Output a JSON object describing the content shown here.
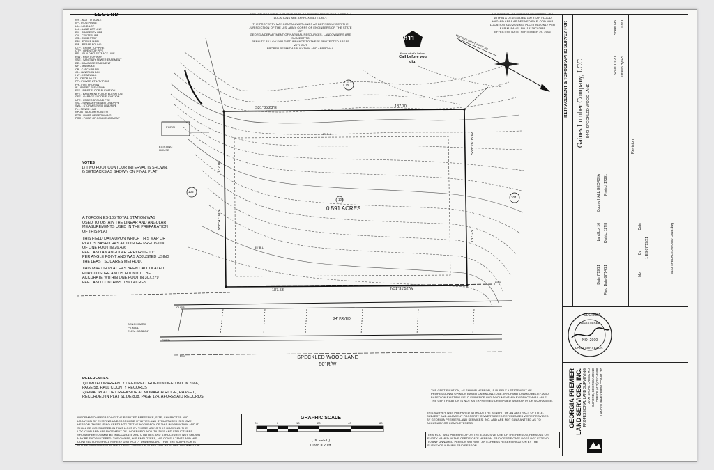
{
  "legend": {
    "title": "LEGEND",
    "items": [
      "N/S - NOT TO SCALE",
      "I/P - IRON PIN SET",
      "L/L - LAND LOT",
      "LLL - LAND LOT LINE",
      "P/L - PROPERTY LINE",
      "C/L - CENTERLINE",
      "CS - CURB STOP",
      "F/M - FORCE MAIN",
      "R/B - REBAR FOUND",
      "CTP - CRIMP TOP PIPE",
      "OTP - OPEN TOP PIPE",
      "BSL - BUILDING SETBACK LINE",
      "R/W - RIGHT OF WAY",
      "SSE - SANITARY SEWER EASEMENT",
      "DE - DRAINAGE EASEMENT",
      "MH - MANHOLE",
      "CB - CATCH BASIN",
      "JB - JUNCTION BOX",
      "HW - HEADWALL",
      "DI - DROP INLET",
      "PP - POWER UTILITY POLE",
      "FH - FIRE HYDRANT",
      "IE - INVERT ELEVATION",
      "FFE - FIRST FLOOR ELEVATION",
      "BFE - BASEMENT FLOOR ELEVATION",
      "GFE - GARAGE FLOOR ELEVATION",
      "UFE - UNDERGROUND FEE",
      "SSL - SANITARY SEWER LINE/PIPE",
      "SWL - STORM SEWER LINE/PIPE",
      "FL - FENCE LINE",
      "NPOB - NON-OR POINT(S)",
      "POB - POINT OF BEGINNING",
      "POC - POINT OF COMMENCEMENT"
    ]
  },
  "notes": {
    "title": "NOTES",
    "items": [
      "1) TWO FOOT CONTOUR INTERVAL IS SHOWN.",
      "2) SETBACKS AS SHOWN ON FINAL PLAT"
    ]
  },
  "equipment_note": [
    "A TOPCON ES-105 TOTAL STATION WAS",
    "USED TO OBTAIN THE LINEAR AND ANGULAR",
    "MEASUREMENTS USED IN THE PREPARATION",
    "OF THIS PLAT",
    "",
    "THIS FIELD DATA UPON WHICH THIS MAP OR",
    "PLAT IS BASED HAS A CLOSURE PRECISION",
    "OF ONE FOOT IN 26,436",
    "FEET AND AN ANGULAR ERROR OF 01\"",
    "PER ANGLE POINT AND WAS ADJUSTED USING",
    "THE LEAST SQUARES METHOD.",
    "",
    "THIS MAP OR PLAT HAS BEEN CALCULATED",
    "FOR CLOSURE AND IS FOUND TO BE",
    "ACCURATE WITHIN ONE FOOT IN 307,279",
    "FEET AND CONTAINS 0.591 ACRES"
  ],
  "top_note_center": [
    "STRUCTURES VISIBLE ON THE DATE OF SURVEY ARE SHOWN HEREON.",
    "LOCATIONS ARE APPROXIMATE ONLY.",
    "",
    "THE PROPERTY MAY CONTAIN WETLANDS AS DEFINED UNDER THE",
    "JURISDICTION OF THE U.S. ARMY CORPS OF ENGINEERS OR THE STATE OF",
    "GEORGIA DEPARTMENT OF NATURAL RESOURCES. LANDOWNERS ARE SUBJECT TO",
    "PENALTY BY LAW FOR DISTURBANCE TO THESE PROTECTED AREAS WITHOUT",
    "PROPER PERMIT APPLICATION AND APPROVAL."
  ],
  "top_note_right": [
    "NO PORTION OF SUBJECT PROPERTY LIES",
    "WITHIN A DESIGNATED 100 YEAR FLOOD",
    "HAZARD AREA AS DEFINED BY FLOOD MAP",
    "LOCATION AND ZONING, PLOTTING ONLY PER",
    "F.I.R.M. PANEL NO. 13139C0288E",
    "EFFECTIVE DATE: SEPTEMBER 29, 2006"
  ],
  "call811": {
    "number": "811",
    "line1": "Know what's below.",
    "line2": "Call before you dig."
  },
  "north": "RECORD NORTH PER PB",
  "plat": {
    "acres": "0.591 ACRES",
    "top_bearing": "S31°35'23\"E",
    "top_distance": "187.70'",
    "bottom_bearing": "N31°31'52\"W",
    "bottom_distance": "187.53'",
    "left_bearing": "N58°47'08\"E",
    "left_distance": "137.08'",
    "right_bearing": "S58°28'08\"W",
    "right_distance": "137.23'",
    "lot_top": "96",
    "lot_left": "106",
    "lot_right": "104",
    "lot_center": "105",
    "porch": "PORCH",
    "existing_house": "EXISTING HOUSE",
    "paved": "24' PAVED",
    "curb": "CURB",
    "rw": "R/W",
    "benchmark": [
      "BENCHMARK",
      "PK NAIL",
      "ELEV.: 1008.84'"
    ],
    "road_name": "SPECKLED WOOD LANE",
    "road_rw": "50' R/W",
    "setback_front": "35' B.L.",
    "setback_rear": "40' B.L."
  },
  "references": {
    "title": "REFERENCES",
    "items": [
      "1) LIMITED WARRANTY DEED RECORDED IN DEED BOOK 7666,",
      "PAGE 58, HALL COUNTY RECORDS",
      "2) FINAL PLAT OF CREEKSIDE AT MONARCH RIDGE, PHASE II,",
      "RECORDED IN PLAT SLIDE 808, PAGE 124, AFORESAID RECORDS"
    ]
  },
  "graphic_scale": {
    "title": "GRAPHIC SCALE",
    "ticks": [
      "20",
      "0",
      "10",
      "20",
      "40",
      "80"
    ],
    "unit": "( IN FEET )",
    "ratio": "1 inch = 20 ft."
  },
  "utility_info": [
    "INFORMATION REGARDING THE REPUTED PRESENCE, SIZE, CHARACTER AND",
    "LOCATION OF EXISTING UNDERGROUND UTILITIES AND STRUCTURES IS SHOWN",
    "HEREON. THERE IS NO CERTAINTY OF THE ACCURACY OF THIS INFORMATION AND IT",
    "SHALL BE CONSIDERED IN THAT LIGHT BY THOSE USING THIS DRAWING. THE",
    "LOCATION AND ARRANGEMENT OF UNDERGROUND UTILITIES AND STRUCTURES",
    "SHOWN HEREON MAY BE INACCURATE AND UTILITIES AND STRUCTURES NOT SHOWN",
    "MAY BE ENCOUNTERED. THE OWNER, HIS EMPLOYEES, HIS CONSULTANTS AND HIS",
    "CONTRACTORS SHALL HEREBY DISTINCTLY UNDERSTAND THAT THE SURVEYOR IS",
    "NOT RESPONSIBLE FOR THE CORRECTNESS OR SUFFICIENCY OF THIS INFORMATION"
  ],
  "certification": [
    "THE CERTIFICATION, AS SHOWN HEREON, IS PURELY A STATEMENT OF",
    "PROFESSIONAL OPINION BASED ON KNOWLEDGE, INFORMATION AND BELIEF, AND",
    "BASED ON EXISTING FIELD EVIDENCE AND DOCUMENTARY EVIDENCE AVAILABLE.",
    "THE CERTIFICATION IS NOT AN EXPRESSED OR IMPLIED WARRANTY OR GUARANTEE."
  ],
  "abstract_note": [
    "THIS SURVEY WAS PREPARED WITHOUT THE BENEFIT OF AN ABSTRACT OF TITLE,",
    "SUBJECT AND ADJACENT PROPERTY OWNER'S DEED REFERENCES WERE PROVIDED",
    "BY GEORGIA PREMIER LAND SERVICES, INC. AND ARE NOT GUARANTEED AS TO",
    "ACCURACY OR COMPLETENESS."
  ],
  "exclusive_note": [
    "THIS PLAT WAS PREPARED FOR THE EXCLUSIVE USE OF THE PERSON, PERSONS OR",
    "ENTITY NAMED IN THE CERTIFICATE HEREON. SAID CERTIFICATE DOES NOT EXTEND",
    "TO ANY UNNAMED PERSON WITHOUT AN EXPRESS RECERTIFICATION BY THE",
    "SURVEYOR NAMING SAID PERSON."
  ],
  "title_block": {
    "survey_type": "RETRACEMENT & TOPOGRAPHIC SURVEY FOR",
    "client": "Gaines Lumber Company, LCC",
    "address": "5443 SPECKLED WOOD LANE",
    "sheet_label": "Sheet No.",
    "sheet_value": "1 of 1",
    "date_label": "Date",
    "date_value": "7/19/21",
    "landlot_label": "Land Lot",
    "landlot_value": "16",
    "district_label": "District",
    "district_value": "12TH",
    "county_label": "County",
    "county_value": "HALL GEORGIA",
    "scale_label": "Scale",
    "scale_value": "1\"=20'",
    "project_label": "Project",
    "project_value": "17391",
    "drawn_label": "Drawn By",
    "drawn_value": "ES",
    "field_label": "Field Date",
    "field_value": "07/14/21",
    "revision_title": "Revision",
    "no_label": "No.",
    "by_label": "By",
    "date2_label": "Date",
    "rev_row": "1  ES  07/19/21",
    "cad_file": "5443 SPECKLED WOOD LANE.dwg",
    "seal_top": "GEORGIA",
    "seal_mid": "REGISTERED",
    "seal_no": "NO. 2900",
    "seal_bottom": "LAND SURVEYOR",
    "company1": "GEORGIA PREMIER",
    "company2": "LAND SERVICES, INC.",
    "company3": "PROFESSIONAL LAND SURVEYING",
    "company4": "3700 SHOAL CREEK RD",
    "company5": "BUFORD, GEORGIA 30519",
    "company6": "OFFICE (470) 252-3598",
    "company7": "LAND SURVEY FIRM COA #1177"
  }
}
